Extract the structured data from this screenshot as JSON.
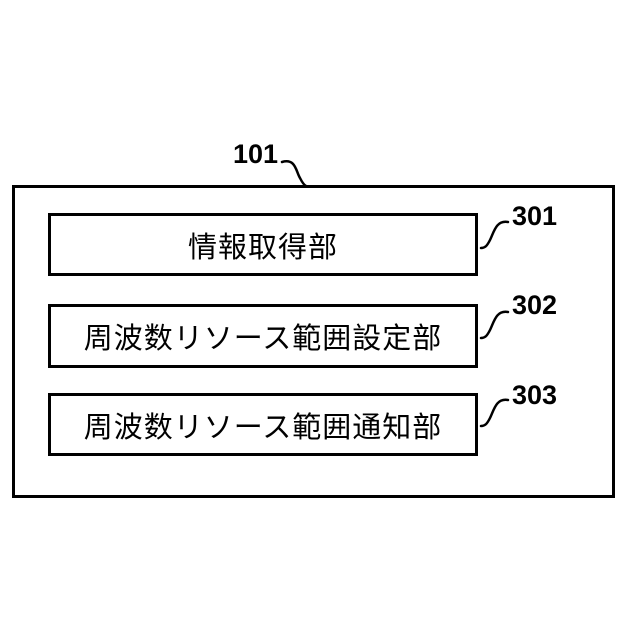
{
  "diagram": {
    "outer": {
      "ref": "101"
    },
    "blocks": [
      {
        "ref": "301",
        "label": "情報取得部"
      },
      {
        "ref": "302",
        "label": "周波数リソース範囲設定部"
      },
      {
        "ref": "303",
        "label": "周波数リソース範囲通知部"
      }
    ]
  }
}
